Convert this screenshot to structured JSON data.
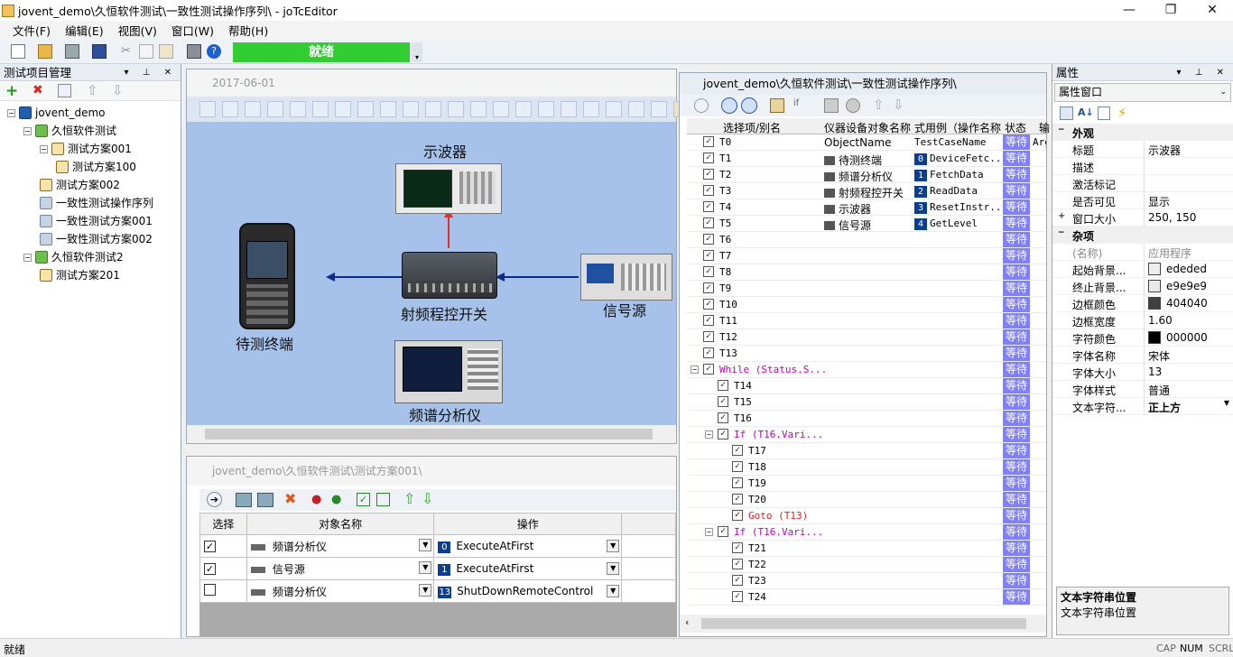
{
  "window": {
    "title": "jovent_demo\\久恒软件测试\\一致性测试操作序列\\ - joTcEditor",
    "min": "—",
    "max": "❐",
    "close": "✕"
  },
  "menu": [
    "文件(F)",
    "编辑(E)",
    "视图(V)",
    "窗口(W)",
    "帮助(H)"
  ],
  "toolbar": {
    "status": "就绪"
  },
  "left_panel": {
    "title": "测试项目管理",
    "tree": [
      {
        "label": "jovent_demo",
        "level": 0,
        "icon": "root-icon"
      },
      {
        "label": "久恒软件测试",
        "level": 1,
        "icon": "network-icon"
      },
      {
        "label": "测试方案001",
        "level": 2,
        "icon": "scheme-icon"
      },
      {
        "label": "测试方案100",
        "level": 3,
        "icon": "scheme-icon"
      },
      {
        "label": "测试方案002",
        "level": 2,
        "icon": "scheme-icon"
      },
      {
        "label": "一致性测试操作序列",
        "level": 2,
        "icon": "sequence-icon"
      },
      {
        "label": "一致性测试方案001",
        "level": 2,
        "icon": "sequence-icon"
      },
      {
        "label": "一致性测试方案002",
        "level": 2,
        "icon": "sequence-icon"
      },
      {
        "label": "久恒软件测试2",
        "level": 1,
        "icon": "network-icon"
      },
      {
        "label": "测试方案201",
        "level": 2,
        "icon": "scheme-icon"
      }
    ]
  },
  "diagram": {
    "tab": "2017-06-01",
    "devices": {
      "oscilloscope": "示波器",
      "terminal": "待测终端",
      "switch": "射频程控开关",
      "signal_source": "信号源",
      "spectrum": "频谱分析仪"
    }
  },
  "case_panel": {
    "tab": "jovent_demo\\久恒软件测试\\测试方案001\\",
    "columns": [
      "选择",
      "对象名称",
      "操作"
    ],
    "rows": [
      {
        "checked": "✓",
        "object": "频谱分析仪",
        "op_num": "0",
        "op": "ExecuteAtFirst"
      },
      {
        "checked": "✓",
        "object": "信号源",
        "op_num": "1",
        "op": "ExecuteAtFirst"
      },
      {
        "checked": "",
        "object": "频谱分析仪",
        "op_num": "13",
        "op": "ShutDownRemoteControl"
      }
    ]
  },
  "seq_panel": {
    "title": "jovent_demo\\久恒软件测试\\一致性测试操作序列\\",
    "columns": [
      "选择项/别名",
      "仪器设备对象名称",
      "式用例（操作名称",
      "状态",
      "输"
    ],
    "rows": [
      {
        "name": "T0",
        "indent": 0,
        "obj": "ObjectName",
        "num": "",
        "op": "TestCaseName",
        "status": "等待",
        "arg": "Arg"
      },
      {
        "name": "T1",
        "indent": 0,
        "obj": "待测终端",
        "num": "0",
        "op": "DeviceFetc...",
        "status": "等待",
        "arg": ""
      },
      {
        "name": "T2",
        "indent": 0,
        "obj": "频谱分析仪",
        "num": "1",
        "op": "FetchData",
        "status": "等待",
        "arg": ""
      },
      {
        "name": "T3",
        "indent": 0,
        "obj": "射频程控开关",
        "num": "2",
        "op": "ReadData",
        "status": "等待",
        "arg": ""
      },
      {
        "name": "T4",
        "indent": 0,
        "obj": "示波器",
        "num": "3",
        "op": "ResetInstr...",
        "status": "等待",
        "arg": ""
      },
      {
        "name": "T5",
        "indent": 0,
        "obj": "信号源",
        "num": "4",
        "op": "GetLevel",
        "status": "等待",
        "arg": ""
      },
      {
        "name": "T6",
        "indent": 0,
        "obj": "",
        "num": "",
        "op": "",
        "status": "等待",
        "arg": ""
      },
      {
        "name": "T7",
        "indent": 0,
        "obj": "",
        "num": "",
        "op": "",
        "status": "等待",
        "arg": ""
      },
      {
        "name": "T8",
        "indent": 0,
        "obj": "",
        "num": "",
        "op": "",
        "status": "等待",
        "arg": ""
      },
      {
        "name": "T9",
        "indent": 0,
        "obj": "",
        "num": "",
        "op": "",
        "status": "等待",
        "arg": ""
      },
      {
        "name": "T10",
        "indent": 0,
        "obj": "",
        "num": "",
        "op": "",
        "status": "等待",
        "arg": ""
      },
      {
        "name": "T11",
        "indent": 0,
        "obj": "",
        "num": "",
        "op": "",
        "status": "等待",
        "arg": ""
      },
      {
        "name": "T12",
        "indent": 0,
        "obj": "",
        "num": "",
        "op": "",
        "status": "等待",
        "arg": ""
      },
      {
        "name": "T13",
        "indent": 0,
        "obj": "",
        "num": "",
        "op": "",
        "status": "等待",
        "arg": ""
      },
      {
        "name": "While (Status.S...",
        "indent": 0,
        "obj": "",
        "num": "",
        "op": "",
        "status": "等待",
        "arg": "",
        "color": "#c000c0",
        "exp": "−"
      },
      {
        "name": "T14",
        "indent": 1,
        "obj": "",
        "num": "",
        "op": "",
        "status": "等待",
        "arg": ""
      },
      {
        "name": "T15",
        "indent": 1,
        "obj": "",
        "num": "",
        "op": "",
        "status": "等待",
        "arg": ""
      },
      {
        "name": "T16",
        "indent": 1,
        "obj": "",
        "num": "",
        "op": "",
        "status": "等待",
        "arg": ""
      },
      {
        "name": "If (T16.Vari...",
        "indent": 1,
        "obj": "",
        "num": "",
        "op": "",
        "status": "等待",
        "arg": "",
        "color": "#c000c0",
        "exp": "−"
      },
      {
        "name": "T17",
        "indent": 2,
        "obj": "",
        "num": "",
        "op": "",
        "status": "等待",
        "arg": ""
      },
      {
        "name": "T18",
        "indent": 2,
        "obj": "",
        "num": "",
        "op": "",
        "status": "等待",
        "arg": ""
      },
      {
        "name": "T19",
        "indent": 2,
        "obj": "",
        "num": "",
        "op": "",
        "status": "等待",
        "arg": ""
      },
      {
        "name": "T20",
        "indent": 2,
        "obj": "",
        "num": "",
        "op": "",
        "status": "等待",
        "arg": ""
      },
      {
        "name": "Goto (T13)",
        "indent": 2,
        "obj": "",
        "num": "",
        "op": "",
        "status": "等待",
        "arg": "",
        "color": "#e02020"
      },
      {
        "name": "If (T16.Vari...",
        "indent": 1,
        "obj": "",
        "num": "",
        "op": "",
        "status": "等待",
        "arg": "",
        "color": "#c000c0",
        "exp": "−"
      },
      {
        "name": "T21",
        "indent": 2,
        "obj": "",
        "num": "",
        "op": "",
        "status": "等待",
        "arg": ""
      },
      {
        "name": "T22",
        "indent": 2,
        "obj": "",
        "num": "",
        "op": "",
        "status": "等待",
        "arg": ""
      },
      {
        "name": "T23",
        "indent": 2,
        "obj": "",
        "num": "",
        "op": "",
        "status": "等待",
        "arg": ""
      },
      {
        "name": "T24",
        "indent": 2,
        "obj": "",
        "num": "",
        "op": "",
        "status": "等待",
        "arg": ""
      }
    ]
  },
  "properties": {
    "title": "属性",
    "selector": "属性窗口",
    "rows": [
      {
        "type": "cat",
        "key": "外观"
      },
      {
        "key": "标题",
        "value": "示波器"
      },
      {
        "key": "描述",
        "value": ""
      },
      {
        "key": "激活标记",
        "value": ""
      },
      {
        "key": "是否可见",
        "value": "显示"
      },
      {
        "key": "窗口大小",
        "value": "250, 150",
        "exp": "+"
      },
      {
        "type": "cat",
        "key": "杂项"
      },
      {
        "key": "(名称)",
        "value": "应用程序",
        "muted": true
      },
      {
        "key": "起始背景...",
        "value": "ededed",
        "swatch": "#ededed"
      },
      {
        "key": "终止背景...",
        "value": "e9e9e9",
        "swatch": "#e9e9e9"
      },
      {
        "key": "边框颜色",
        "value": "404040",
        "swatch": "#404040"
      },
      {
        "key": "边框宽度",
        "value": "1.60"
      },
      {
        "key": "字符颜色",
        "value": "000000",
        "swatch": "#000000"
      },
      {
        "key": "字体名称",
        "value": "宋体"
      },
      {
        "key": "字体大小",
        "value": "13"
      },
      {
        "key": "字体样式",
        "value": "普通"
      },
      {
        "key": "文本字符...",
        "value": "正上方",
        "bold": true,
        "dropdown": true
      }
    ],
    "help_title": "文本字符串位置",
    "help_text": "文本字符串位置"
  },
  "statusbar": {
    "left": "就绪",
    "cap": "CAP",
    "num": "NUM",
    "scrl": "SCRL"
  },
  "colors": {
    "status_wait": "#8080ff",
    "ready_green": "#32cd32",
    "canvas": "#a6c2ea"
  }
}
